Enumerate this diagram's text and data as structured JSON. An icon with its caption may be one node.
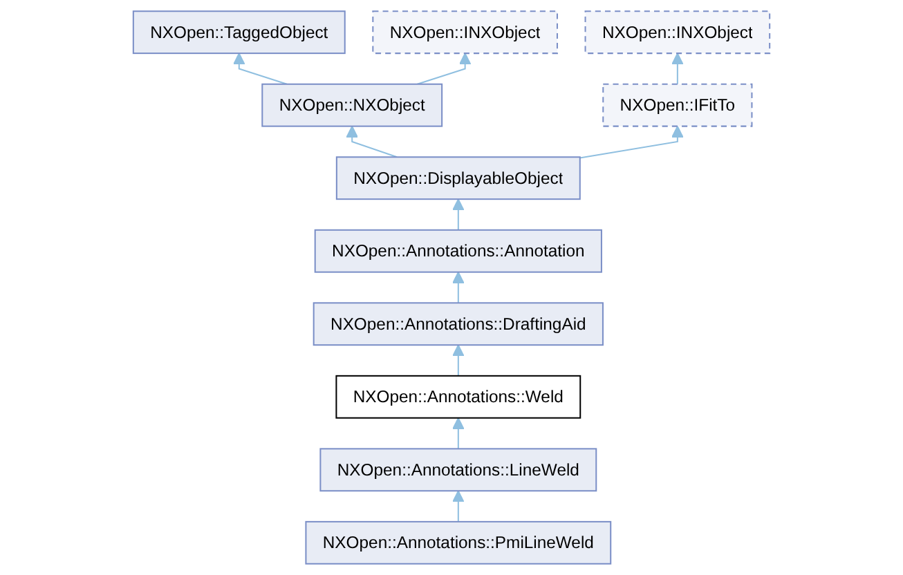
{
  "diagram": {
    "nodes": [
      {
        "text": [
          "NXOpen::TaggedObject"
        ]
      },
      {
        "text": [
          "NXOpen::INXObject"
        ]
      },
      {
        "text": [
          "NXOpen::INXObject"
        ]
      },
      {
        "text": [
          "NXOpen::NXObject"
        ]
      },
      {
        "text": [
          "NXOpen::IFitTo"
        ]
      },
      {
        "text": [
          "NXOpen::DisplayableObject"
        ]
      },
      {
        "text": [
          "NXOpen::Annotations::Annotation"
        ]
      },
      {
        "text": [
          "NXOpen::Annotations::DraftingAid"
        ]
      },
      {
        "text": [
          "NXOpen::Annotations::Weld"
        ]
      },
      {
        "text": [
          "NXOpen::Annotations::LineWeld"
        ]
      },
      {
        "text": [
          "NXOpen::Annotations::PmiLineWeld"
        ]
      }
    ],
    "edges": [
      {
        "from": 3,
        "to": 0,
        "arrow": "to"
      },
      {
        "from": 3,
        "to": 1,
        "arrow": "to"
      },
      {
        "from": 4,
        "to": 2,
        "arrow": "to"
      },
      {
        "from": 5,
        "to": 3,
        "arrow": "to"
      },
      {
        "from": 5,
        "to": 4,
        "arrow": "to"
      },
      {
        "from": 6,
        "to": 5,
        "arrow": "to"
      },
      {
        "from": 7,
        "to": 6,
        "arrow": "to"
      },
      {
        "from": 8,
        "to": 7,
        "arrow": "to"
      },
      {
        "from": 9,
        "to": 8,
        "arrow": "to"
      },
      {
        "from": 10,
        "to": 9,
        "arrow": "to"
      }
    ]
  }
}
